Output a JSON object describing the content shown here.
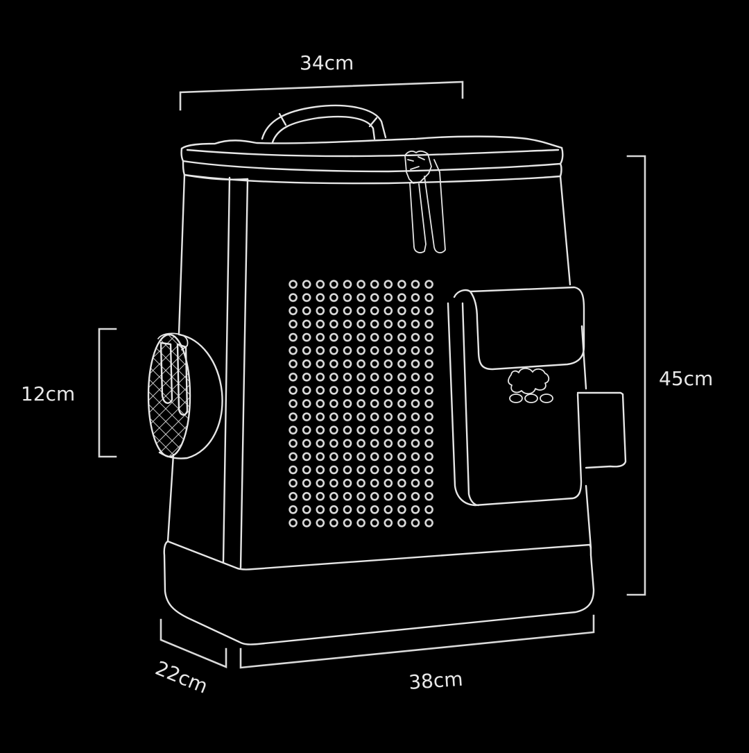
{
  "diagram": {
    "subject": "pet backpack carrier",
    "background_color": "#000000",
    "line_color": "#e6e6e6",
    "style": "white line drawing on black"
  },
  "dimensions": {
    "top_width": {
      "label": "34cm",
      "value": 34,
      "unit": "cm"
    },
    "height": {
      "label": "45cm",
      "value": 45,
      "unit": "cm"
    },
    "side_pocket_height": {
      "label": "12cm",
      "value": 12,
      "unit": "cm"
    },
    "depth": {
      "label": "22cm",
      "value": 22,
      "unit": "cm"
    },
    "bottom_width": {
      "label": "38cm",
      "value": 38,
      "unit": "cm"
    }
  },
  "features": {
    "ventilation_grid": {
      "columns": 11,
      "rows": 19
    },
    "front_pocket": {
      "emblem": "paw-print-icon"
    },
    "top_handle": true,
    "zipper_pulls": 2,
    "side_mesh_pocket": true,
    "side_strap": true
  }
}
